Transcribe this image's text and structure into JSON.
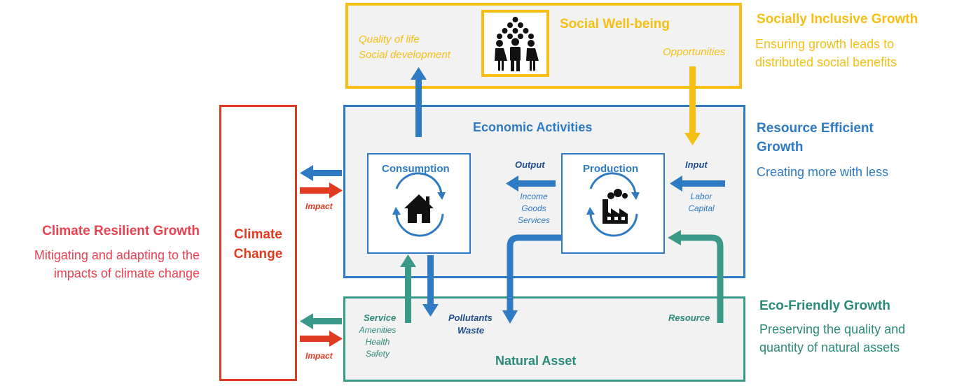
{
  "right": {
    "socially_inclusive": {
      "title": "Socially Inclusive Growth",
      "desc1": "Ensuring growth leads to",
      "desc2": "distributed social benefits"
    },
    "resource_efficient": {
      "title1": "Resource Efficient",
      "title2": "Growth",
      "desc": "Creating more with less"
    },
    "eco_friendly": {
      "title": "Eco-Friendly Growth",
      "desc1": "Preserving the quality and",
      "desc2": "quantity of natural assets"
    }
  },
  "left": {
    "climate_resilient": {
      "title": "Climate Resilient Growth",
      "desc1": "Mitigating and adapting to the",
      "desc2": "impacts of climate change"
    }
  },
  "social": {
    "title": "Social Well-being",
    "quality": "Quality of life",
    "development": "Social development",
    "opportunities": "Opportunities"
  },
  "economy": {
    "title": "Economic Activities",
    "consumption": "Consumption",
    "production": "Production",
    "output": "Output",
    "output_items": [
      "Income",
      "Goods",
      "Services"
    ],
    "input": "Input",
    "input_items": [
      "Labor",
      "Capital"
    ]
  },
  "nature": {
    "title": "Natural Asset",
    "service": "Service",
    "service_items": [
      "Amenities",
      "Health",
      "Safety"
    ],
    "pollutants": "Pollutants",
    "waste": "Waste",
    "resource": "Resource"
  },
  "climate": {
    "title1": "Climate",
    "title2": "Change",
    "impact_top": "Impact",
    "impact_bottom": "Impact"
  },
  "colors": {
    "yellow": "#f5bf13",
    "blue": "#2e7bc4",
    "green": "#3a9988",
    "red": "#e03a20"
  },
  "icons": [
    "people-group-icon",
    "house-cycle-icon",
    "factory-cycle-icon"
  ]
}
